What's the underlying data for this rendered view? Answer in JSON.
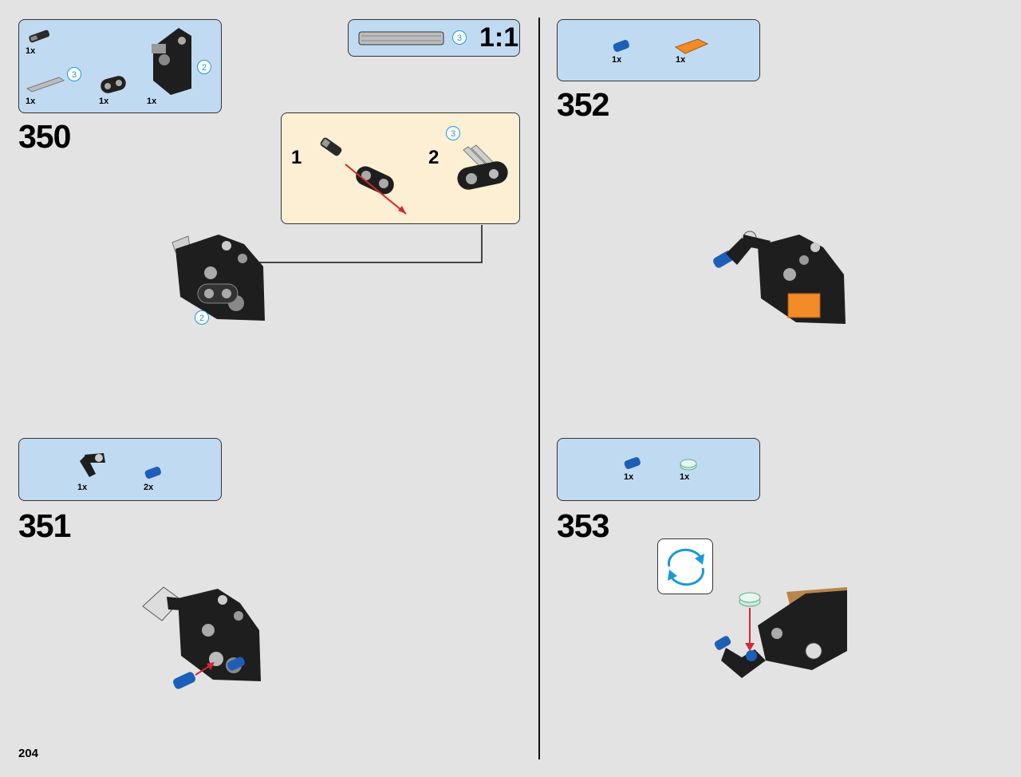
{
  "page": {
    "number": "204"
  },
  "scale": {
    "label": "1:1",
    "callout": "3"
  },
  "steps": [
    {
      "number": "350",
      "parts": [
        {
          "name": "axle-pin-with-bush",
          "qty": "1x"
        },
        {
          "name": "axle-3",
          "qty": "1x",
          "callout": "3"
        },
        {
          "name": "double-beam",
          "qty": "1x"
        },
        {
          "name": "angle-panel-block",
          "qty": "1x",
          "callout": "2"
        }
      ],
      "sub_steps": [
        {
          "number": "1"
        },
        {
          "number": "2",
          "callout": "3"
        }
      ],
      "model_callout": "2"
    },
    {
      "number": "351",
      "parts": [
        {
          "name": "angle-connector",
          "qty": "1x"
        },
        {
          "name": "blue-pin",
          "qty": "2x"
        }
      ]
    },
    {
      "number": "352",
      "parts": [
        {
          "name": "blue-pin",
          "qty": "1x"
        },
        {
          "name": "orange-tile",
          "qty": "1x"
        }
      ]
    },
    {
      "number": "353",
      "parts": [
        {
          "name": "blue-pin",
          "qty": "1x"
        },
        {
          "name": "trans-round-tile",
          "qty": "1x"
        }
      ],
      "rotate_icon": "rotate-model-icon"
    }
  ],
  "colors": {
    "parts_panel": "#c0dbf1",
    "sub_panel": "#fcefd3",
    "background": "#e3e3e3",
    "arrow_red": "#d7262e",
    "callout_blue": "#1a9ad6",
    "lego_blue": "#1d5fb8",
    "lego_orange": "#f28c28",
    "lego_black": "#1b1b1b"
  }
}
